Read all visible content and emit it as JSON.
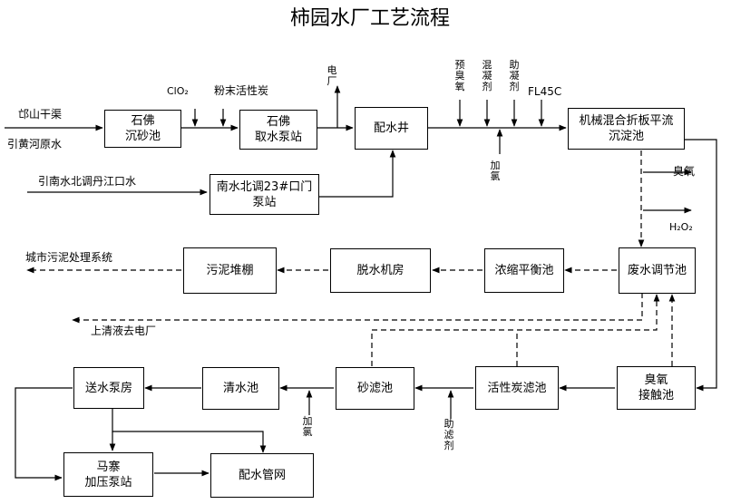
{
  "title": "柿园水厂工艺流程",
  "boxes": {
    "shifo_sand": [
      "石佛",
      "沉砂池"
    ],
    "shifo_pump": [
      "石佛",
      "取水泵站"
    ],
    "peishuijing": [
      "配水井"
    ],
    "nanshui_pump": [
      "南水北调23#口门",
      "泵站"
    ],
    "sediment": [
      "机械混合折板平流",
      "沉淀池"
    ],
    "waste_reg": [
      "废水调节池"
    ],
    "concentrate": [
      "浓缩平衡池"
    ],
    "dewater": [
      "脱水机房"
    ],
    "sludge_shed": [
      "污泥堆棚"
    ],
    "ozone_contact": [
      "臭氧",
      "接触池"
    ],
    "carbon_filter": [
      "活性炭滤池"
    ],
    "sand_filter": [
      "砂滤池"
    ],
    "clear_tank": [
      "清水池"
    ],
    "supply_pump": [
      "送水泵房"
    ],
    "mazhai_pump": [
      "马寨",
      "加压泵站"
    ],
    "network": [
      "配水管网"
    ]
  },
  "labels": {
    "source1": "邙山干渠",
    "source2": "引黄河原水",
    "source3": "引南水北调丹江口水",
    "clo2": "ClO₂",
    "pac": "粉末活性炭",
    "power_plant": "电厂",
    "pre_ozone": "预臭氧",
    "coagulant": "混凝剂",
    "coag_aid": "助凝剂",
    "fl45c": "FL45C",
    "chlorine1": "加氯",
    "ozone": "臭氧",
    "h2o2": "H₂O₂",
    "city_sludge": "城市污泥处理系统",
    "supernatant": "上清液去电厂",
    "chlorine2": "加氯",
    "filter_aid": "助滤剂"
  }
}
